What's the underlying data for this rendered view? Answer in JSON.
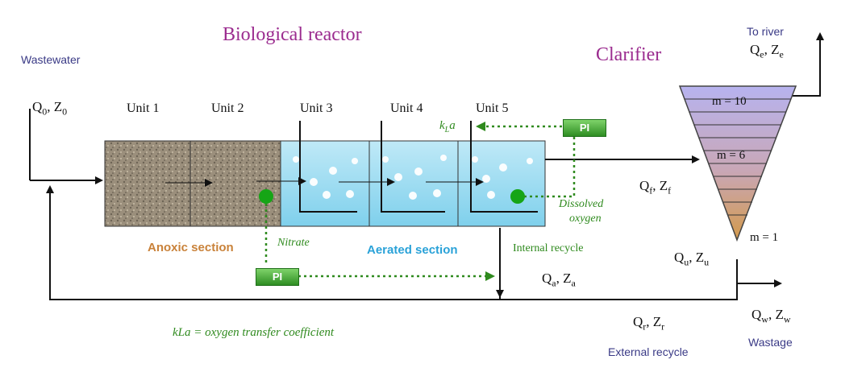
{
  "titles": {
    "reactor": "Biological reactor",
    "clarifier": "Clarifier"
  },
  "units": [
    "Unit 1",
    "Unit 2",
    "Unit 3",
    "Unit 4",
    "Unit 5"
  ],
  "labels": {
    "wastewater": "Wastewater",
    "to_river": "To river",
    "anoxic": "Anoxic section",
    "aerated": "Aerated section",
    "nitrate": "Nitrate",
    "dissolved_oxygen_1": "Dissolved",
    "dissolved_oxygen_2": "oxygen",
    "internal_recycle": "Internal recycle",
    "external_recycle": "External recycle",
    "wastage": "Wastage",
    "kla_definition": "kLa = oxygen transfer coefficient",
    "kla_main": "k",
    "kla_sub": "L",
    "kla_tail": "a",
    "pi": "PI"
  },
  "flows": {
    "q0": {
      "q": "Q",
      "qs": "0",
      "z": "Z",
      "zs": "0"
    },
    "qe": {
      "q": "Q",
      "qs": "e",
      "z": "Z",
      "zs": "e"
    },
    "qf": {
      "q": "Q",
      "qs": "f",
      "z": "Z",
      "zs": "f"
    },
    "qu": {
      "q": "Q",
      "qs": "u",
      "z": "Z",
      "zs": "u"
    },
    "qa": {
      "q": "Q",
      "qs": "a",
      "z": "Z",
      "zs": "a"
    },
    "qr": {
      "q": "Q",
      "qs": "r",
      "z": "Z",
      "zs": "r"
    },
    "qw": {
      "q": "Q",
      "qs": "w",
      "z": "Z",
      "zs": "w"
    }
  },
  "clarifier_layers": {
    "top": "m = 10",
    "mid": "m = 6",
    "bottom": "m = 1"
  },
  "colors": {
    "title": "#9b2c8f",
    "green": "#2f8a1e",
    "navy": "#3a3a86",
    "anoxic": "#c9823a",
    "aerated": "#2aa2d8"
  }
}
